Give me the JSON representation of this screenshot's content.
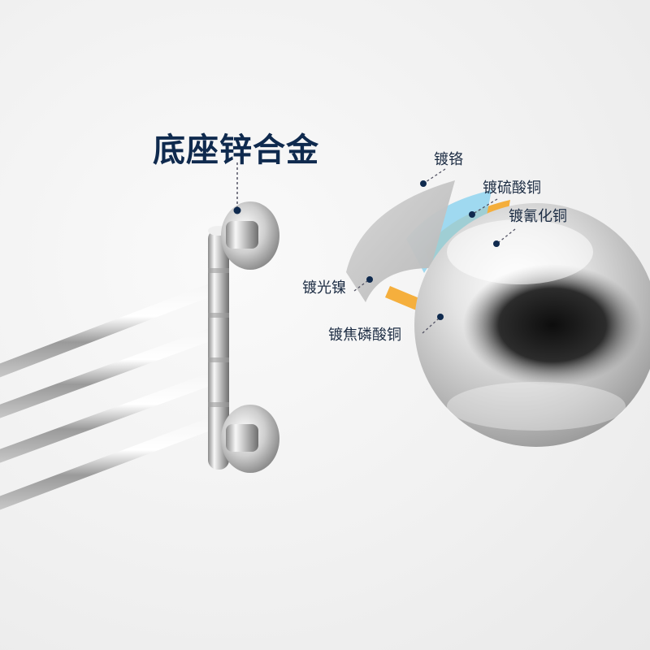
{
  "title": "底座锌合金",
  "layers": {
    "chrome": "镀铬",
    "copper_sulfate": "镀硫酸铜",
    "copper_cyanide": "镀氰化铜",
    "bright_nickel": "镀光镍",
    "copper_pyrophosphate": "镀焦磷酸铜"
  },
  "colors": {
    "title": "#0f2a4e",
    "label": "#1d2d44",
    "chrome_layer": "#c8c8c8",
    "nickel_layer": "#8fd3ef",
    "copper_sulfate_layer": "#f5a21c",
    "copper_cyanide_layer": "#f3eda5"
  }
}
